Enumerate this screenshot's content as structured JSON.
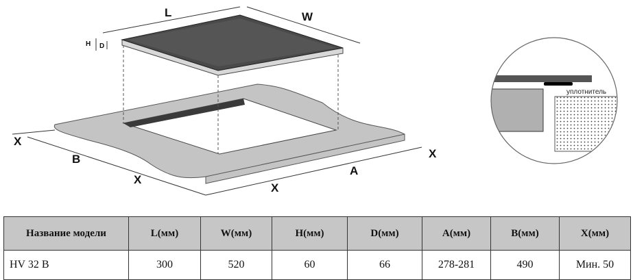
{
  "diagram": {
    "labels": {
      "L": "L",
      "W": "W",
      "H": "H",
      "D": "D",
      "A": "A",
      "B": "B",
      "X": "X"
    },
    "detail_label": "уплотнитель"
  },
  "table": {
    "headers": [
      "Название модели",
      "L(мм)",
      "W(мм)",
      "H(мм)",
      "D(мм)",
      "A(мм)",
      "B(мм)",
      "X(мм)"
    ],
    "rows": [
      [
        "HV 32 B",
        "300",
        "520",
        "60",
        "66",
        "278-281",
        "490",
        "Мин. 50"
      ]
    ]
  }
}
